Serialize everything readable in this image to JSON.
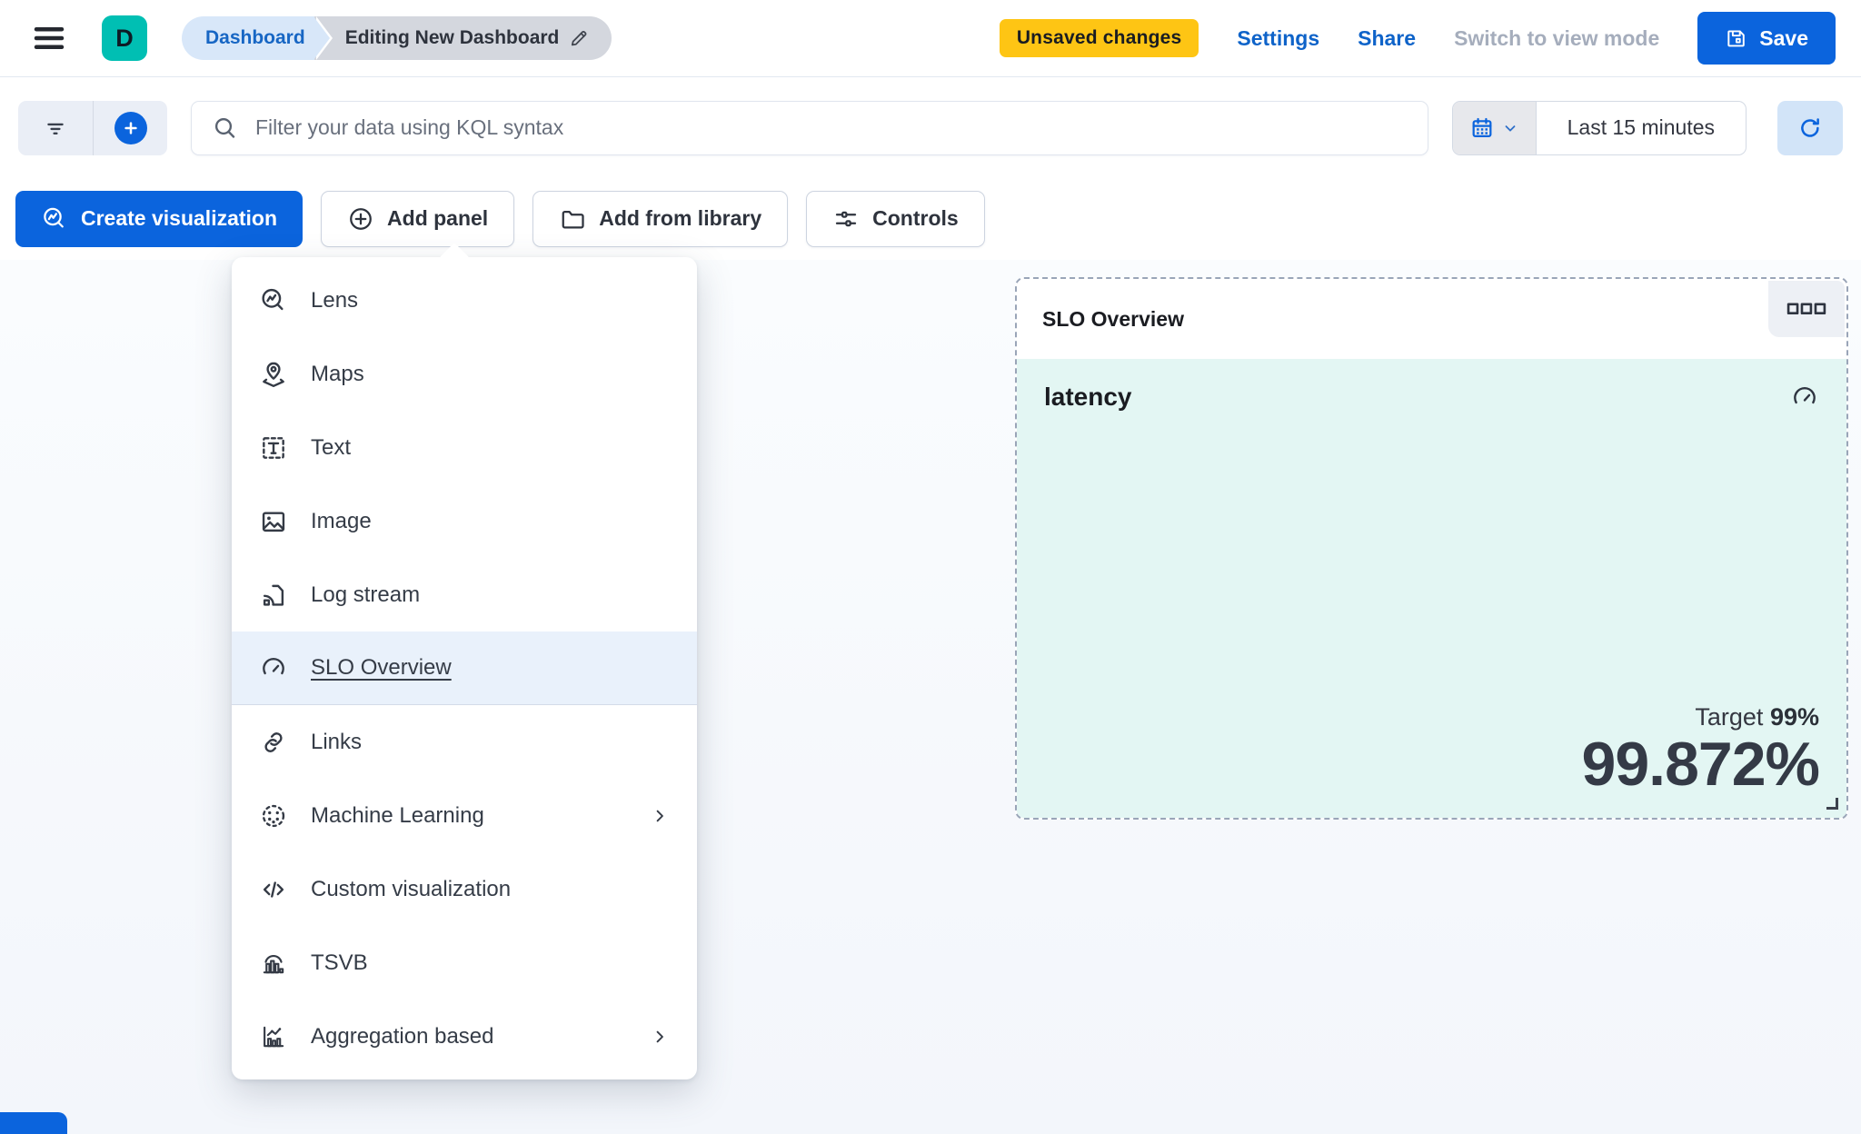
{
  "header": {
    "logo_letter": "D",
    "breadcrumbs": {
      "root": "Dashboard",
      "current": "Editing New Dashboard"
    },
    "unsaved_badge": "Unsaved changes",
    "settings_label": "Settings",
    "share_label": "Share",
    "switch_view_label": "Switch to view mode",
    "save_label": "Save"
  },
  "filter_bar": {
    "search_placeholder": "Filter your data using KQL syntax",
    "time_range": "Last 15 minutes"
  },
  "toolbar": {
    "create_visualization_label": "Create visualization",
    "add_panel_label": "Add panel",
    "add_from_library_label": "Add from library",
    "controls_label": "Controls"
  },
  "add_panel_menu": {
    "items": [
      {
        "label": "Lens",
        "icon": "lens-icon"
      },
      {
        "label": "Maps",
        "icon": "map-pin-icon"
      },
      {
        "label": "Text",
        "icon": "text-icon"
      },
      {
        "label": "Image",
        "icon": "image-icon"
      },
      {
        "label": "Log stream",
        "icon": "log-stream-icon"
      },
      {
        "label": "SLO Overview",
        "icon": "gauge-icon",
        "selected": true
      },
      {
        "label": "Links",
        "icon": "link-icon"
      },
      {
        "label": "Machine Learning",
        "icon": "machine-learning-icon",
        "has_submenu": true
      },
      {
        "label": "Custom visualization",
        "icon": "code-icon"
      },
      {
        "label": "TSVB",
        "icon": "tsvb-chart-icon"
      },
      {
        "label": "Aggregation based",
        "icon": "aggregation-chart-icon",
        "has_submenu": true
      }
    ]
  },
  "slo_panel": {
    "title": "SLO Overview",
    "metric_name": "latency",
    "target_label": "Target",
    "target_value": "99%",
    "value": "99.872%"
  },
  "colors": {
    "primary_blue": "#0b64dd",
    "brand_teal": "#00bfb3",
    "warning_yellow": "#fec514",
    "panel_mint": "#e3f6f3",
    "menu_highlight": "#e9f1fb"
  }
}
